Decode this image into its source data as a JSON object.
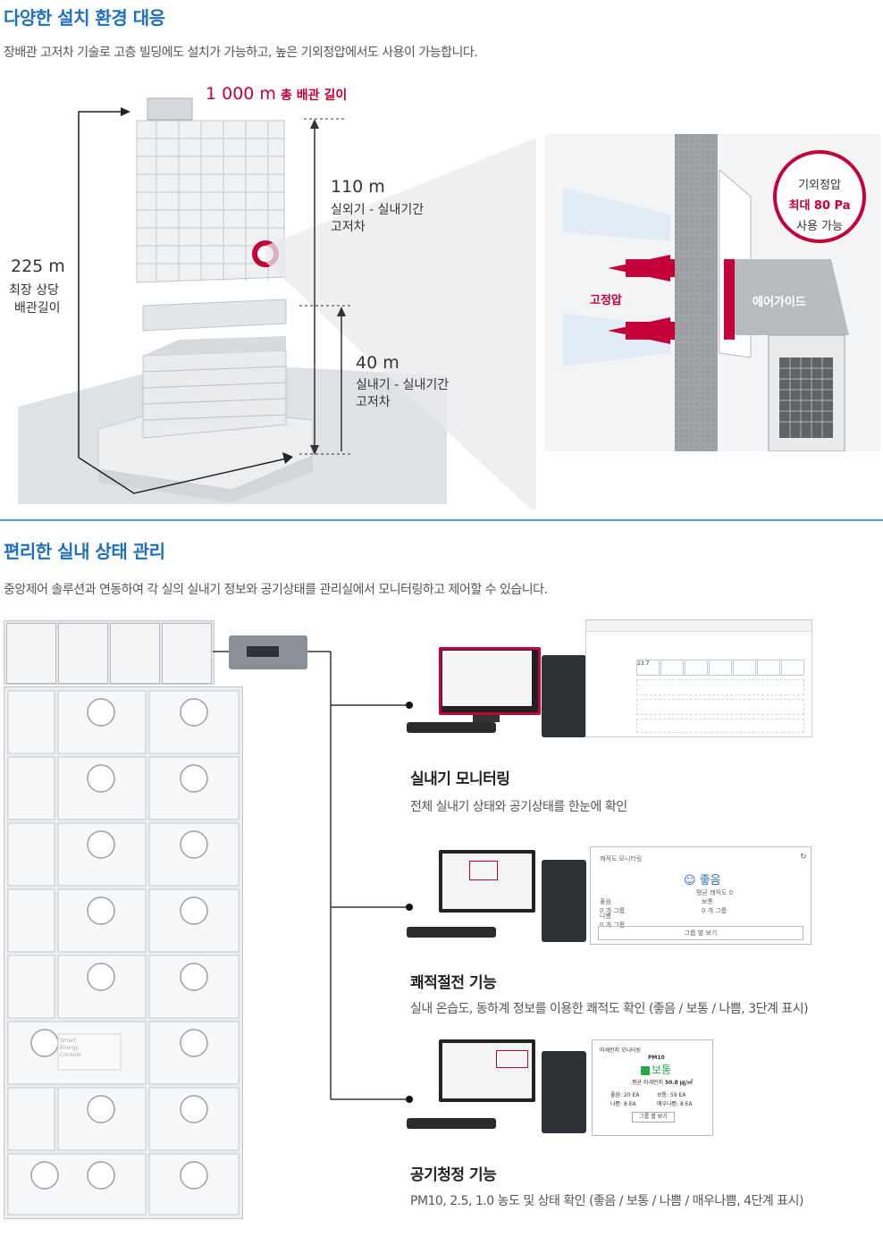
{
  "section1": {
    "title": "다양한 설치 환경 대응",
    "description": "장배관 고저차 기술로 고층 빌딩에도 설치가 가능하고, 높은 기외정압에서도 사용이 가능합니다.",
    "total_pipe_value": "1 000 m",
    "total_pipe_label": "총 배관 길이",
    "longest_pipe_value": "225 m",
    "longest_pipe_label_1": "최장 상당",
    "longest_pipe_label_2": "배관길이",
    "outdoor_indoor_value": "110 m",
    "outdoor_indoor_label_1": "실외기 - 실내기간",
    "outdoor_indoor_label_2": "고저차",
    "indoor_indoor_value": "40 m",
    "indoor_indoor_label_1": "실내기 - 실내기간",
    "indoor_indoor_label_2": "고저차",
    "static_pressure_label": "고정압",
    "air_guide_label": "에어가이드",
    "badge_line1": "기외정압",
    "badge_line2": "최대 80 Pa",
    "badge_line3": "사용 가능"
  },
  "section2": {
    "title": "편리한 실내 상태 관리",
    "description": "중앙제어 솔루션과 연동하여 각 실의 실내기 정보와 공기상태를 관리실에서 모니터링하고 제어할 수 있습니다.",
    "features": [
      {
        "title": "실내기 모니터링",
        "desc": "전체 실내기 상태와 공기상태를 한눈에 확인"
      },
      {
        "title": "쾌적절전 기능",
        "desc": "실내 온습도, 동하계 정보를 이용한 쾌적도 확인 (좋음 / 보통 / 나쁨, 3단계 표시)"
      },
      {
        "title": "공기청정 기능",
        "desc": "PM10, 2.5, 1.0 농도 및 상태 확인 (좋음 / 보통 / 나쁨 / 매우나쁨, 4단계 표시)"
      }
    ],
    "comfort_panel": {
      "title": "쾌적도 모니터링",
      "status": "좋음",
      "avg_label": "평균 쾌적도",
      "avg_value": "0",
      "good_label": "좋음",
      "good_count": "0 개 그룹",
      "normal_label": "보통",
      "normal_count": "0 개 그룹",
      "bad_label": "나쁨",
      "bad_count": "0 개 그룹",
      "button": "그룹 별 보기"
    },
    "dust_panel": {
      "title": "미세먼지 모니터링",
      "pm_label": "PM10",
      "status": "보통",
      "avg_label": "평균 미세먼지",
      "avg_value": "50.8 ㎍/㎥",
      "good": "좋음: 20 EA",
      "normal": "보통: 59 EA",
      "bad": "나쁨: 8 EA",
      "very_bad": "매우나쁨: 8 EA",
      "button": "그룹 별 보기"
    },
    "building_sign": [
      "Smart",
      "Energy",
      "Console"
    ],
    "unit_tile_value": "23.7"
  },
  "colors": {
    "accent": "#1f6fbf",
    "red": "#c4003a",
    "divider": "#5a9ad6"
  }
}
